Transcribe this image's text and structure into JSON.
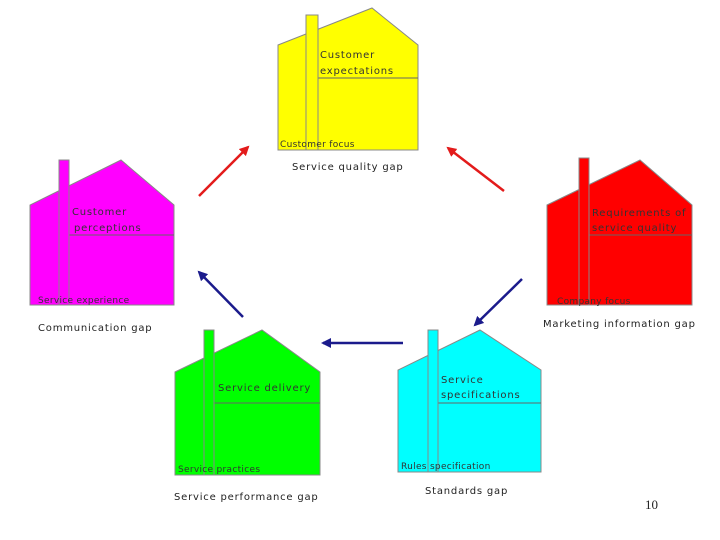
{
  "houses": {
    "expectations": {
      "label_line1": "Customer",
      "label_line2": "expectations",
      "side_label": "Customer focus",
      "gap_label": "Service quality gap",
      "color": "#ffff00"
    },
    "requirements": {
      "label_line1": "Requirements of",
      "label_line2": "service quality",
      "side_label": "Company focus",
      "gap_label": "Marketing information gap",
      "color": "#ff0000"
    },
    "specifications": {
      "label_line1": "Service",
      "label_line2": "specifications",
      "side_label": "Rules specification",
      "gap_label": "Standards gap",
      "color": "#00ffff"
    },
    "delivery": {
      "label_line1": "Service delivery",
      "side_label": "Service practices",
      "gap_label": "Service performance gap",
      "color": "#00ff00"
    },
    "perceptions": {
      "label_line1": "Customer",
      "label_line2": "perceptions",
      "side_label": "Service experience",
      "gap_label": "Communication gap",
      "color": "#ff00ff"
    }
  },
  "arrow_colors": {
    "red": "#e31b1b",
    "navy": "#1b1b8c"
  },
  "page_number": "10"
}
